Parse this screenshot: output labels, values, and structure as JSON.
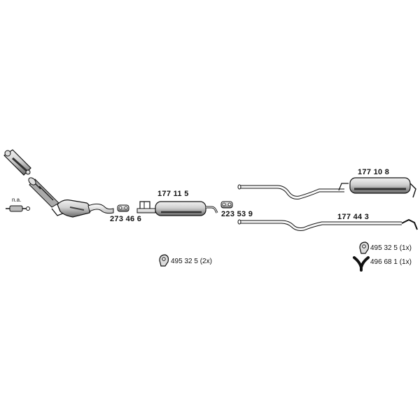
{
  "diagram": {
    "labels": {
      "na": "n.a.",
      "connector_front": "273 46 6",
      "middle_silencer": "177 11 5",
      "connector_mid": "223 53 9",
      "rear_silencer": "177 10 8",
      "rear_pipe": "177 44 3"
    },
    "accessories": {
      "clamp_mid": "495 32 5",
      "clamp_mid_qty": "(2x)",
      "clamp_rear": "495 32 5",
      "clamp_rear_qty": "(1x)",
      "hanger_rear": "496 68 1",
      "hanger_rear_qty": "(1x)"
    },
    "colors": {
      "line": "#111111",
      "part_fill": "#cfcfcf",
      "part_dark": "#555555",
      "background": "#ffffff"
    }
  }
}
